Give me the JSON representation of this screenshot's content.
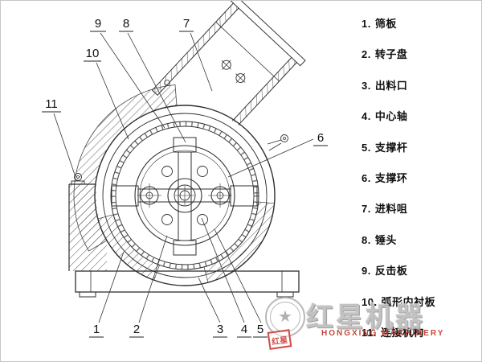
{
  "legend": {
    "items": [
      {
        "num": "1.",
        "label": "筛板"
      },
      {
        "num": "2.",
        "label": "转子盘"
      },
      {
        "num": "3.",
        "label": "出料口"
      },
      {
        "num": "4.",
        "label": "中心轴"
      },
      {
        "num": "5.",
        "label": "支撑杆"
      },
      {
        "num": "6.",
        "label": "支撑环"
      },
      {
        "num": "7.",
        "label": "进料咀"
      },
      {
        "num": "8.",
        "label": "锤头"
      },
      {
        "num": "9.",
        "label": "反击板"
      },
      {
        "num": "10.",
        "label": "弧形内衬板"
      },
      {
        "num": "11.",
        "label": "连接机构"
      }
    ]
  },
  "callouts": {
    "c1": "1",
    "c2": "2",
    "c3": "3",
    "c4": "4",
    "c5": "5",
    "c6": "6",
    "c7": "7",
    "c8": "8",
    "c9": "9",
    "c10": "10",
    "c11": "11"
  },
  "watermark": {
    "brand_cn": "红星机器",
    "brand_en": "HONGXING MACHINERY",
    "seal": "红星",
    "star": "★"
  },
  "colors": {
    "line": "#2f2f2f",
    "watermark_gray": "#bdbdbd",
    "watermark_red": "#bf3a2e"
  }
}
